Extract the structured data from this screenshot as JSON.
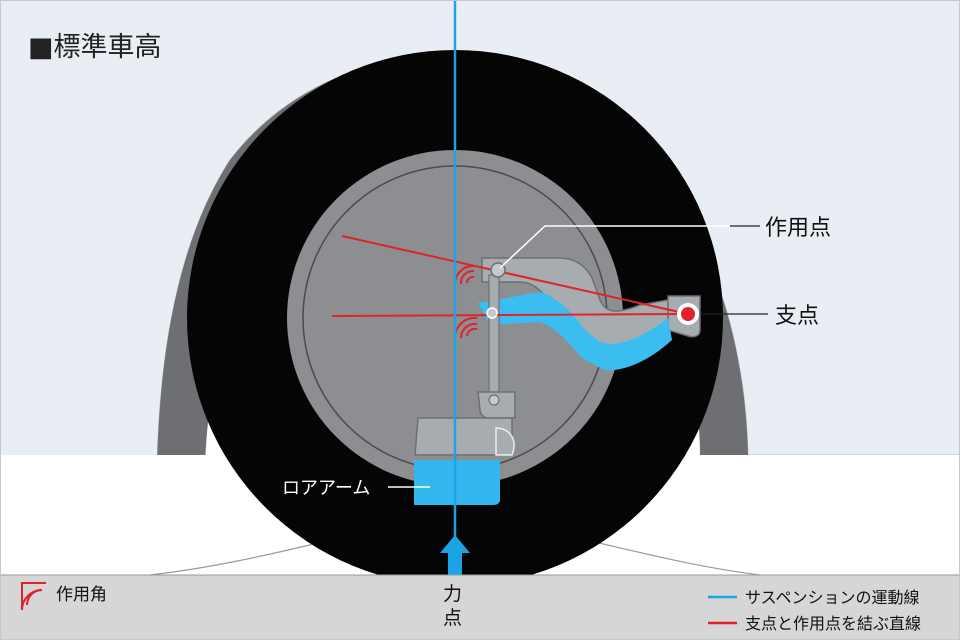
{
  "title": "■標準車高",
  "callouts": {
    "action_point": "作用点",
    "fulcrum": "支点",
    "lower_arm": "ロアアーム",
    "force_point": [
      "力",
      "点"
    ]
  },
  "legend": {
    "action_angle": "作用角",
    "suspension_line": "サスペンションの運動線",
    "connecting_line": "支点と作用点を結ぶ直線"
  },
  "colors": {
    "body": "#e9eef4",
    "ground": "#d6d6d6",
    "tire": "#050505",
    "wheel": "#8c8e91",
    "arm": "#a7acb1",
    "suspension_blue": "#1ba3e6",
    "line_red": "#e0232b"
  }
}
